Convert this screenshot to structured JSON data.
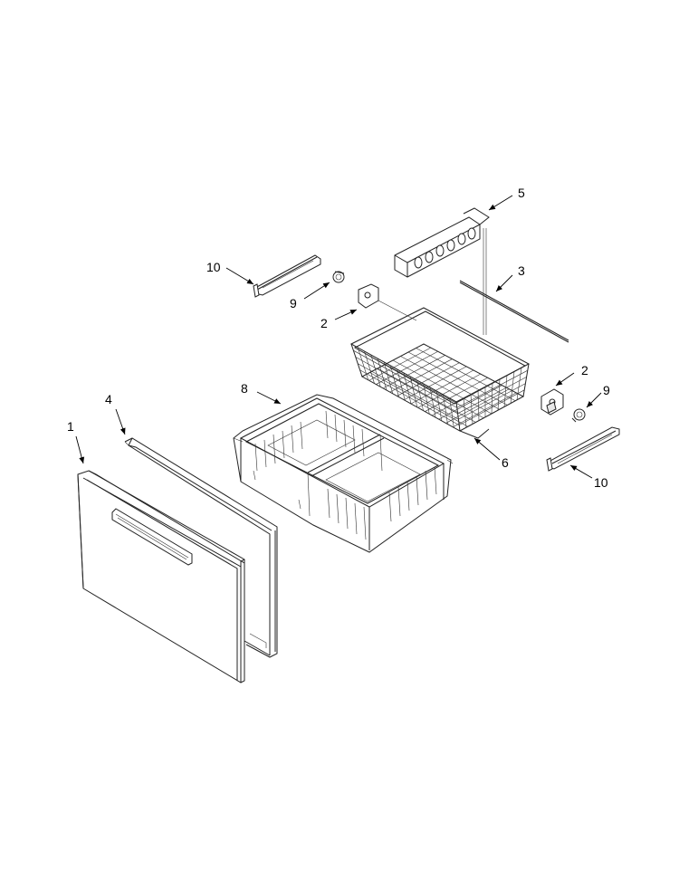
{
  "callouts": [
    {
      "id": "c1",
      "label": "1"
    },
    {
      "id": "c2a",
      "label": "2"
    },
    {
      "id": "c2b",
      "label": "2"
    },
    {
      "id": "c3",
      "label": "3"
    },
    {
      "id": "c4",
      "label": "4"
    },
    {
      "id": "c5",
      "label": "5"
    },
    {
      "id": "c6",
      "label": "6"
    },
    {
      "id": "c8",
      "label": "8"
    },
    {
      "id": "c9a",
      "label": "9"
    },
    {
      "id": "c9b",
      "label": "9"
    },
    {
      "id": "c10a",
      "label": "10"
    },
    {
      "id": "c10b",
      "label": "10"
    }
  ]
}
